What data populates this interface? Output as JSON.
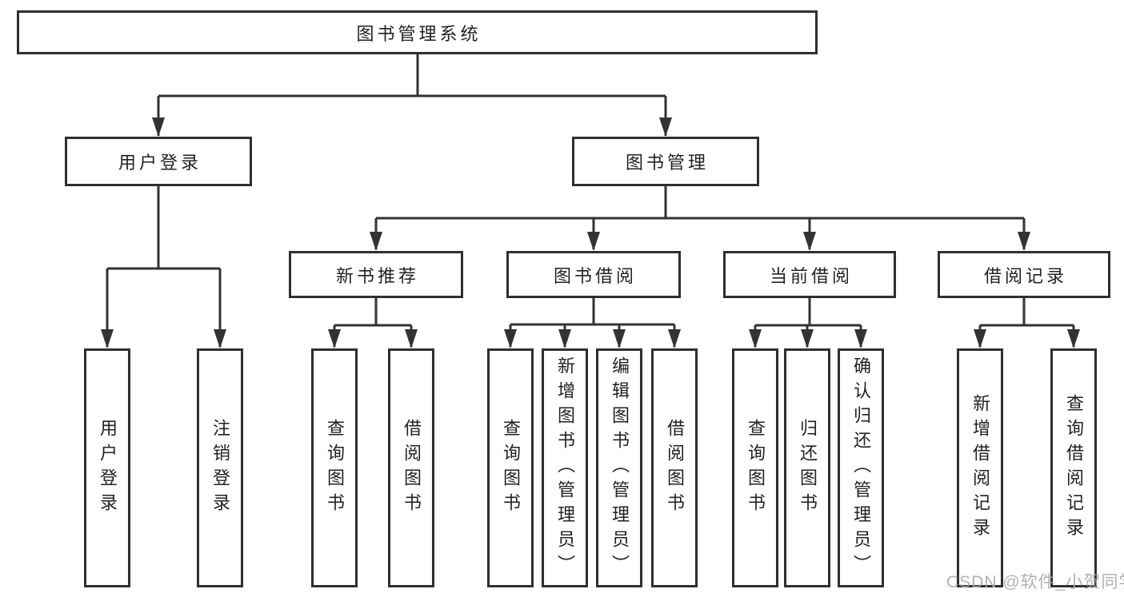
{
  "diagram": {
    "root": {
      "label": "图书管理系统"
    },
    "branches": [
      {
        "label": "用户登录",
        "children": [
          {
            "label": "用户登录"
          },
          {
            "label": "注销登录"
          }
        ]
      },
      {
        "label": "图书管理",
        "children": [
          {
            "label": "新书推荐",
            "children": [
              {
                "label": "查询图书"
              },
              {
                "label": "借阅图书"
              }
            ]
          },
          {
            "label": "图书借阅",
            "children": [
              {
                "label": "查询图书"
              },
              {
                "label": "新增图书（管理员）"
              },
              {
                "label": "编辑图书（管理员）"
              },
              {
                "label": "借阅图书"
              }
            ]
          },
          {
            "label": "当前借阅",
            "children": [
              {
                "label": "查询图书"
              },
              {
                "label": "归还图书"
              },
              {
                "label": "确认归还（管理员）"
              }
            ]
          },
          {
            "label": "借阅记录",
            "children": [
              {
                "label": "新增借阅记录"
              },
              {
                "label": "查询借阅记录"
              }
            ]
          }
        ]
      }
    ],
    "watermark": "CSDN @软件_小贺同学",
    "colors": {
      "line": "#333333",
      "border": "#2f2f2f",
      "text": "#222222",
      "watermark": "#aaaaaa",
      "background": "#ffffff"
    }
  }
}
